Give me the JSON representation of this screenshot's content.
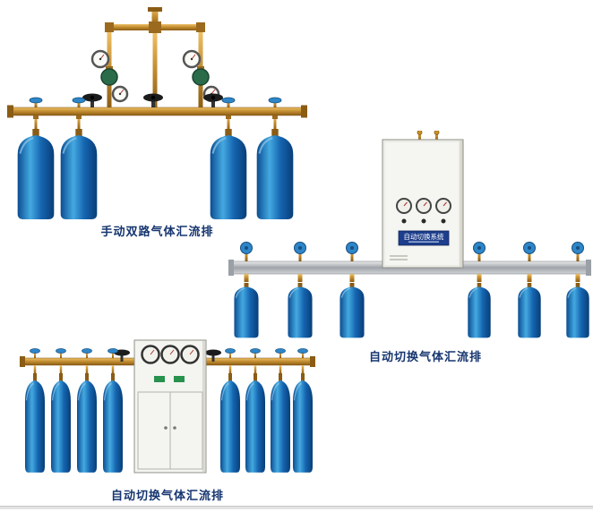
{
  "page": {
    "background": "#ffffff"
  },
  "figures": [
    {
      "id": "manual-dual-manifold",
      "caption": "手动双路气体汇流排",
      "cylinder_count": 4
    },
    {
      "id": "auto-switch-manifold-cabinet",
      "caption": "自动切换气体汇流排",
      "cabinet_label": "自动切换系统",
      "cylinder_count": 6
    },
    {
      "id": "auto-switch-manifold-floor",
      "caption": "自动切换气体汇流排",
      "cylinder_count": 8
    }
  ],
  "colors": {
    "caption_text": "#15356f",
    "cylinder_blue": "#1565b0",
    "brass": "#c08a2e",
    "rail_silver": "#b9bec4",
    "cabinet": "#f4f4f0",
    "valve_knob_blue": "#2e86c8",
    "handwheel_black": "#1c1c1c"
  }
}
